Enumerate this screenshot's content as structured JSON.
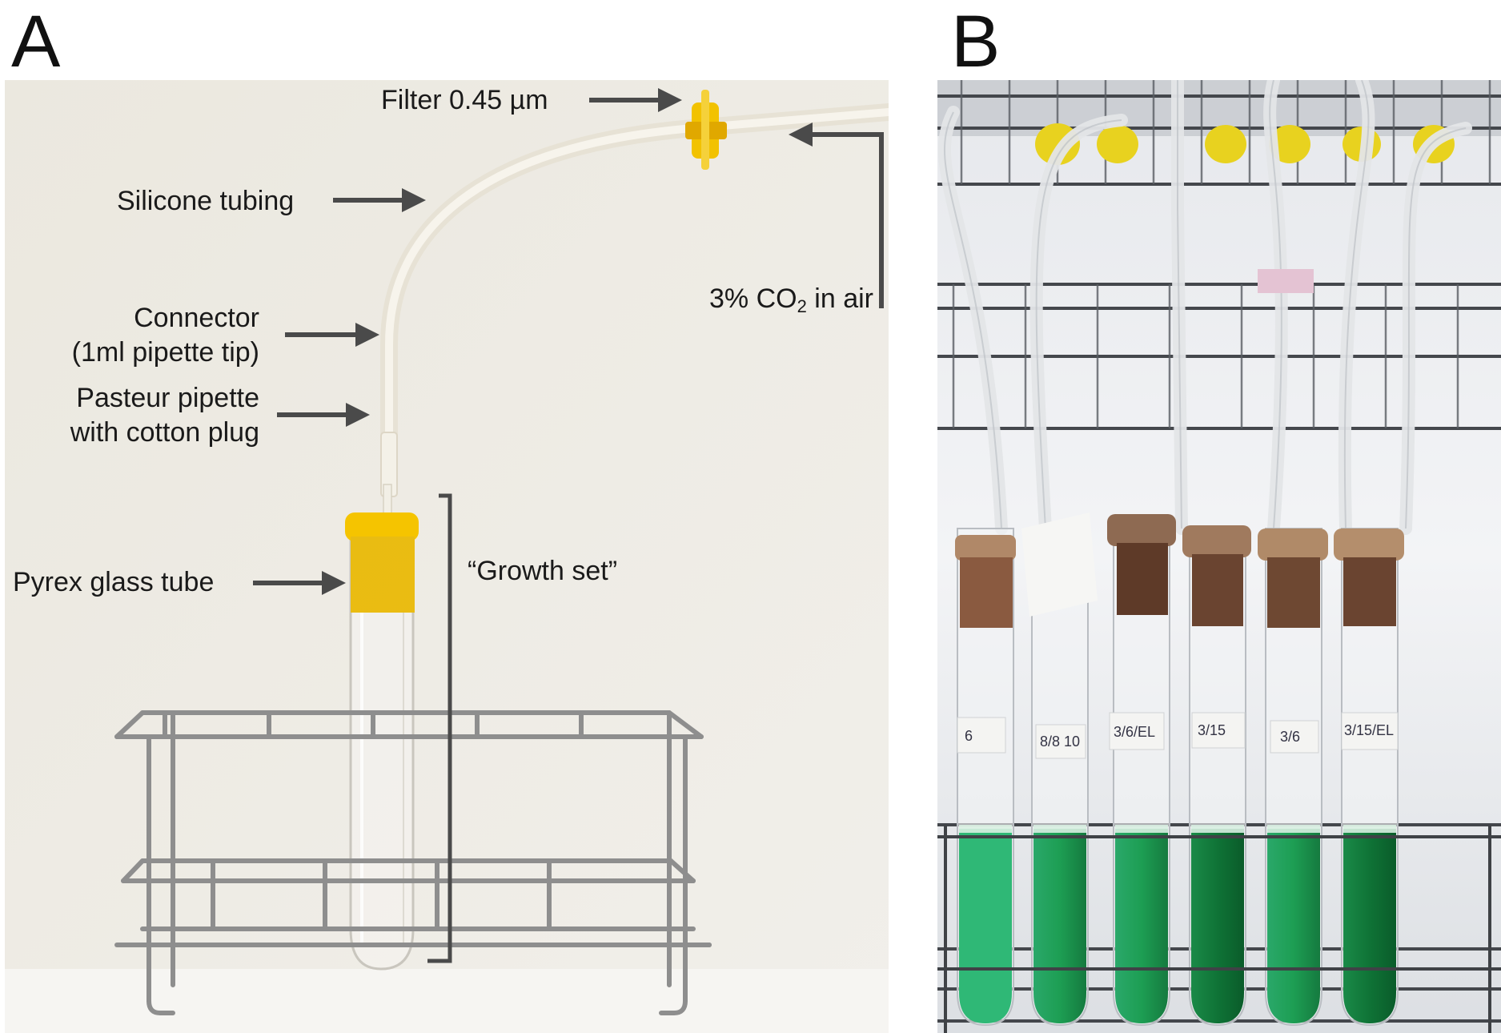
{
  "panels": {
    "a": {
      "letter": "A"
    },
    "b": {
      "letter": "B"
    }
  },
  "labels": {
    "filter": "Filter 0.45 µm",
    "silicone": "Silicone tubing",
    "co2_prefix": "3% CO",
    "co2_sub": "2",
    "co2_suffix": " in air",
    "connector_line1": "Connector",
    "connector_line2": "(1ml pipette tip)",
    "pasteur_line1": "Pasteur pipette",
    "pasteur_line2": "with cotton plug",
    "growth_set": "“Growth set”",
    "pyrex": "Pyrex glass tube"
  },
  "tube_labels": [
    "6",
    "8/8 10",
    "3/6/EL",
    "3/15",
    "3/6",
    "3/15/EL"
  ],
  "colors": {
    "background_a": "#ece9e1",
    "arrow": "#4a4a4a",
    "cap_yellow": "#f2c200",
    "culture_green": "#1d9e53",
    "plug_brown": "#a0765a"
  }
}
